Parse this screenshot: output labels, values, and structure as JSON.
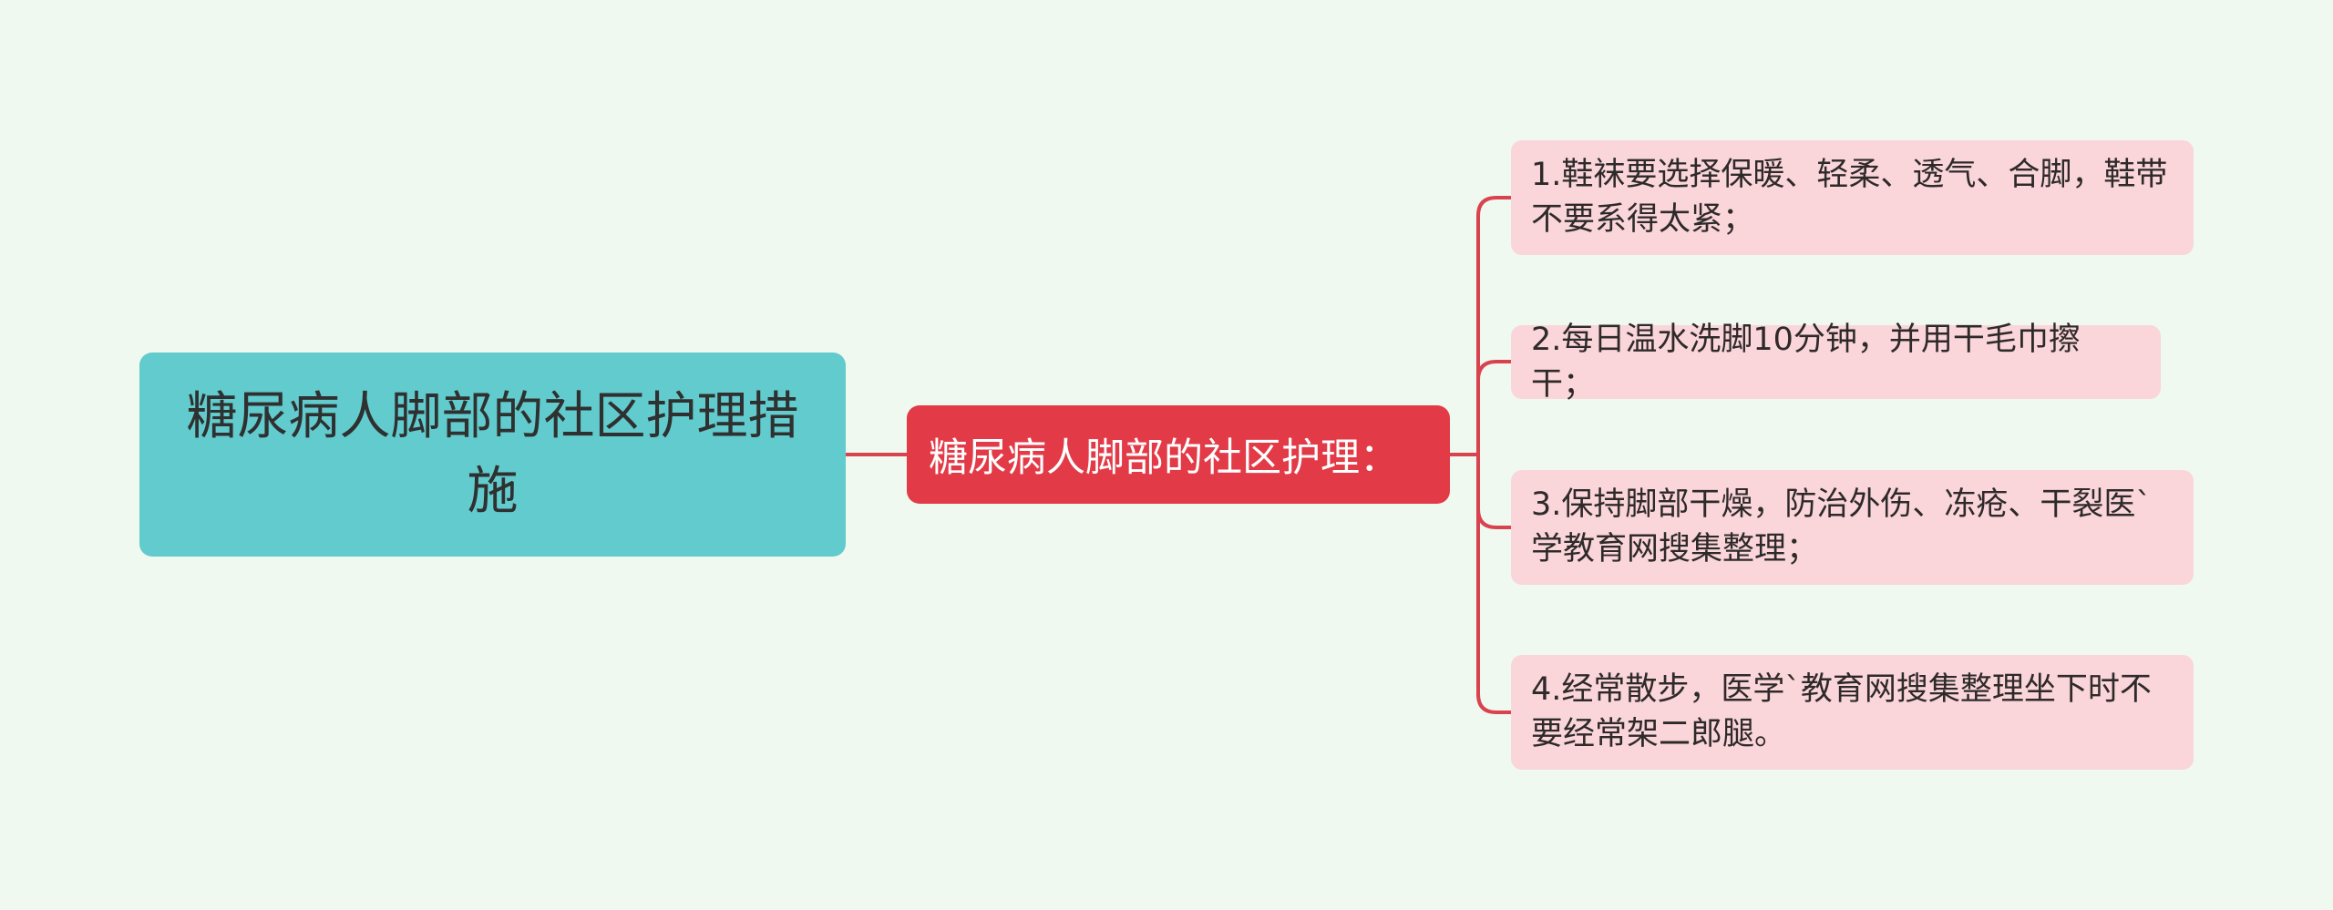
{
  "diagram": {
    "type": "mind-map",
    "root": {
      "label": "糖尿病人脚部的社区护理措施"
    },
    "branch": {
      "label": "糖尿病人脚部的社区护理："
    },
    "leaves": [
      {
        "label": "1.鞋袜要选择保暖、轻柔、透气、合脚，鞋带不要系得太紧；"
      },
      {
        "label": "2.每日温水洗脚10分钟，并用干毛巾擦干；"
      },
      {
        "label": "3.保持脚部干燥，防治外伤、冻疮、干裂医`学教育网搜集整理；"
      },
      {
        "label": "4.经常散步，医学`教育网搜集整理坐下时不要经常架二郎腿。"
      }
    ]
  },
  "colors": {
    "background": "#eff9ef",
    "root_fill": "#62cbcd",
    "branch_fill": "#e23a47",
    "leaf_fill": "#fad5d9",
    "connector": "#d9434f"
  }
}
